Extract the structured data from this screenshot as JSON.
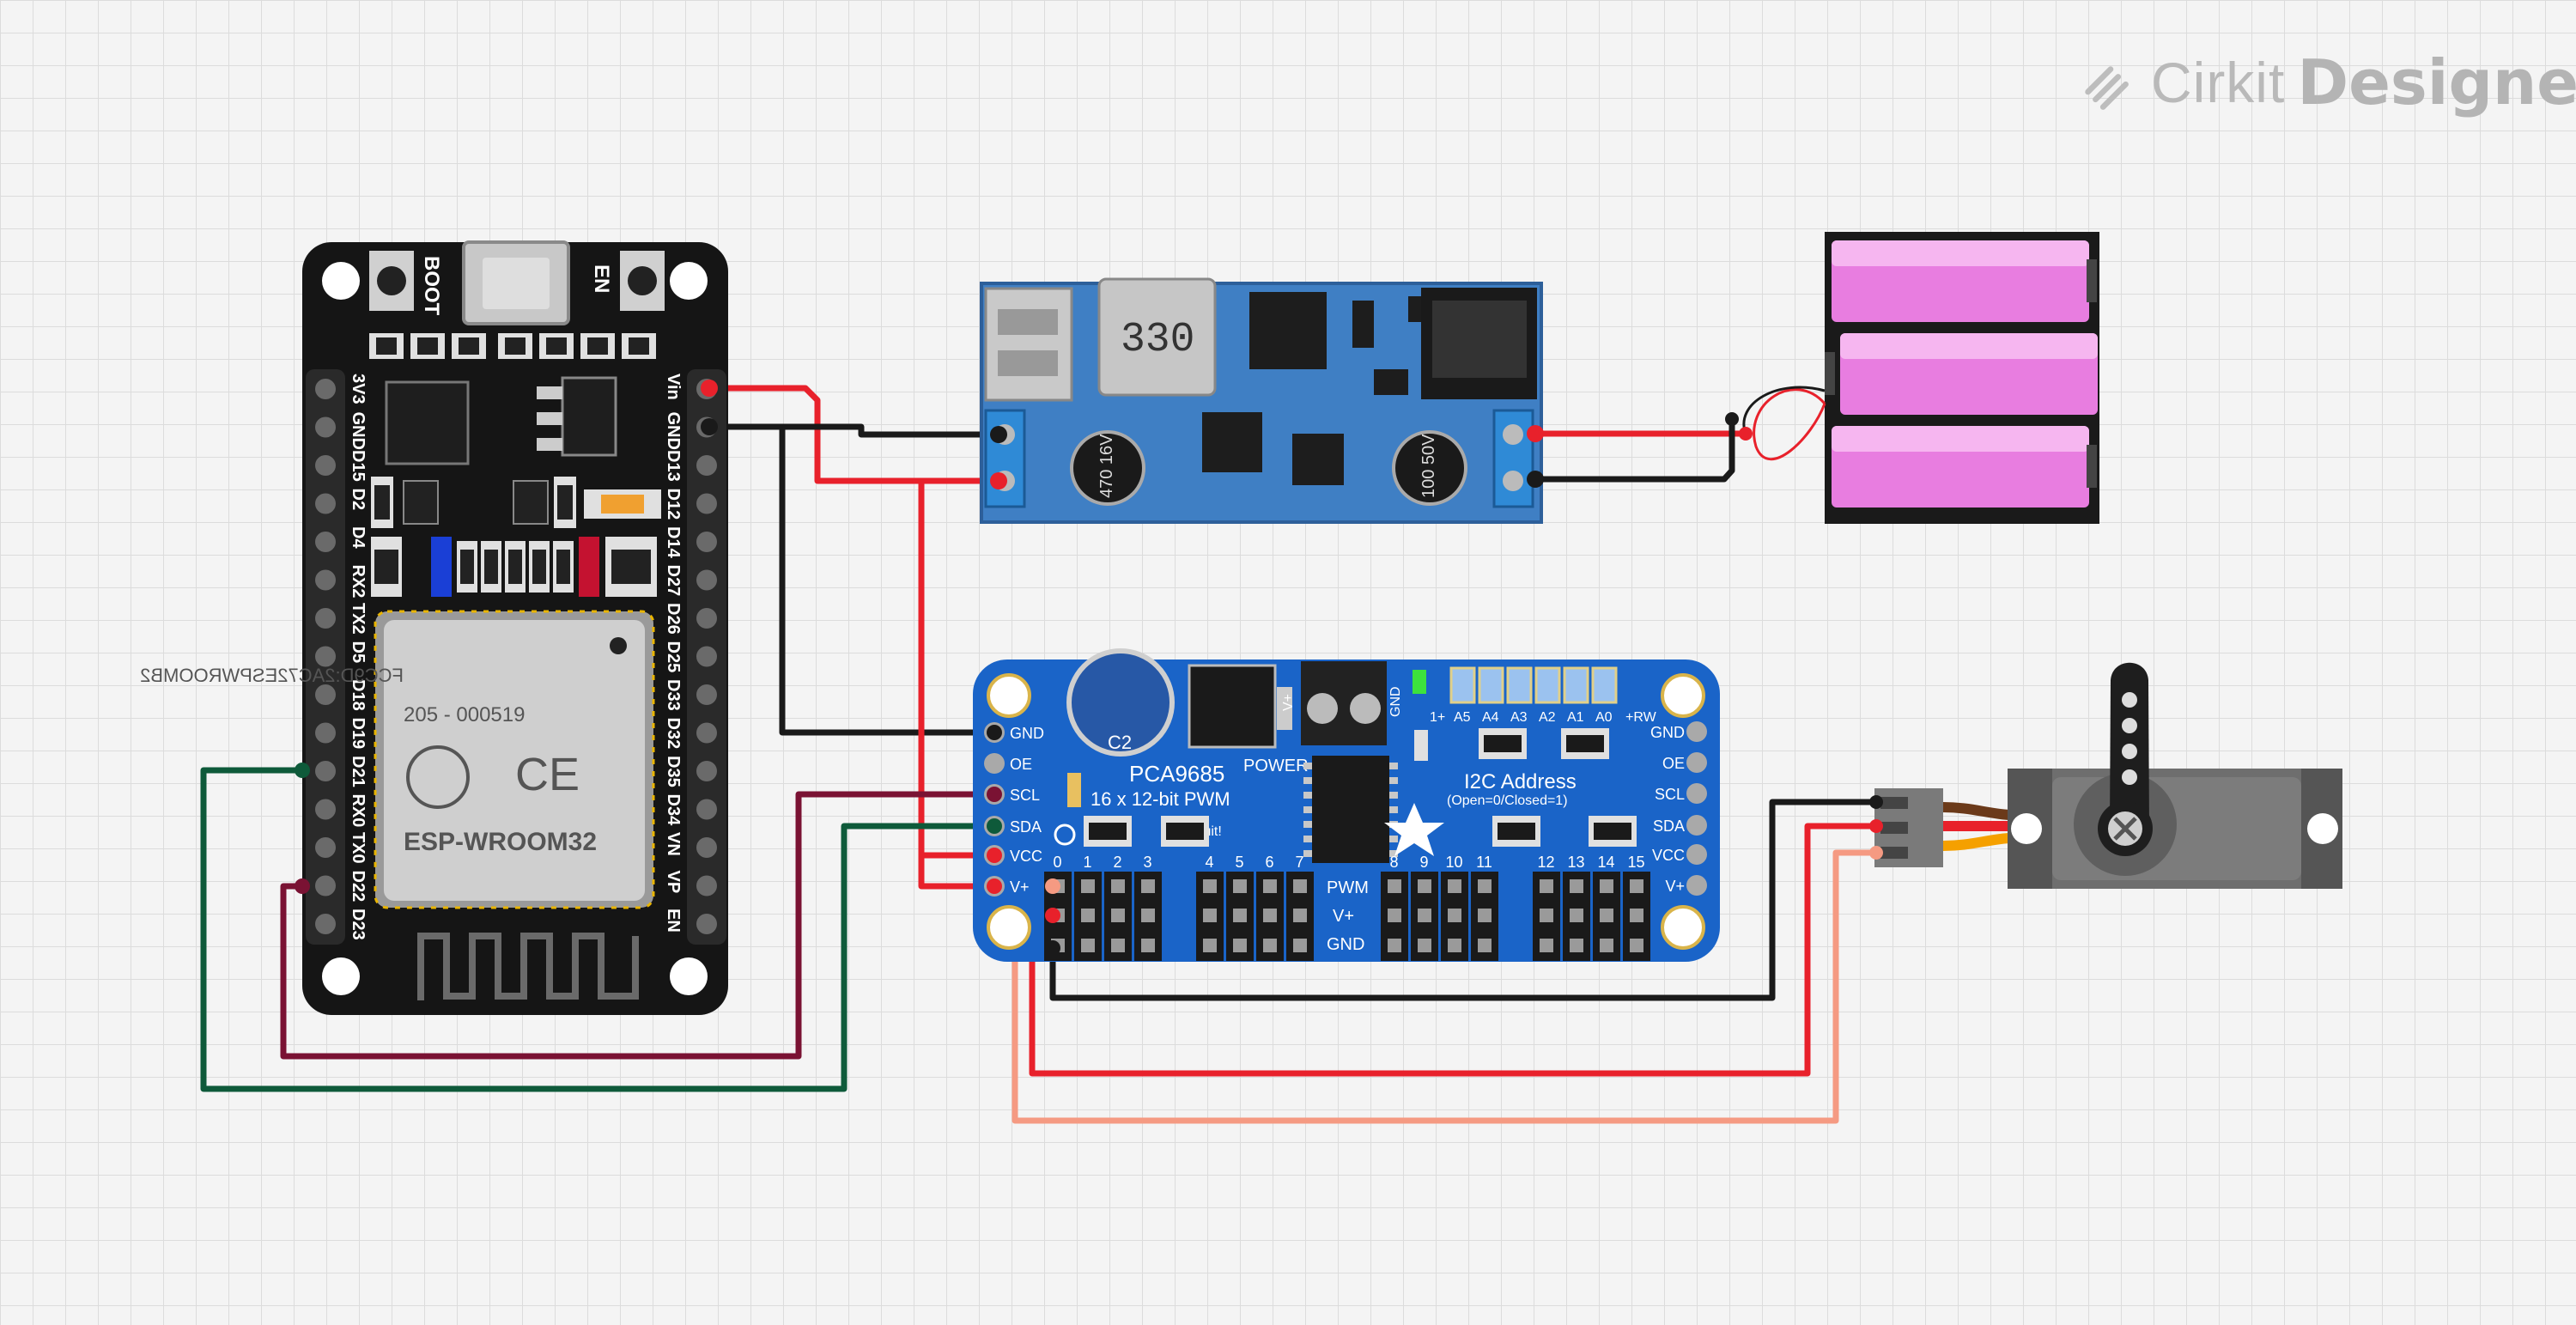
{
  "watermark": {
    "brand": "Cirkit",
    "product": "Designer"
  },
  "colors": {
    "wire_red": "#e8212b",
    "wire_black": "#1a1a1a",
    "wire_green": "#0e5a3a",
    "wire_maroon": "#7a1233",
    "wire_salmon": "#f59a82",
    "pca_blue": "#1a64c8",
    "esp_black": "#151515",
    "buck_blue": "#3f7fc4",
    "battery_pink": "#e87de0"
  },
  "esp32": {
    "buttons": {
      "boot": "BOOT",
      "en": "EN"
    },
    "left_pins": [
      "3V3",
      "GND",
      "D15",
      "D2",
      "D4",
      "RX2",
      "TX2",
      "D5",
      "D18",
      "D19",
      "D21",
      "RX0",
      "TX0",
      "D22",
      "D23"
    ],
    "right_pins": [
      "Vin",
      "GND",
      "D13",
      "D12",
      "D14",
      "D27",
      "D26",
      "D25",
      "D33",
      "D32",
      "D35",
      "D34",
      "VN",
      "VP",
      "EN"
    ],
    "module": {
      "fcc": "FCC9D:2AC72ESPWROOMB2",
      "cert": "205 - 000519",
      "model": "ESP-WROOM32"
    }
  },
  "buck": {
    "inductor": "330",
    "cap_left": "470 16V",
    "cap_right": "100 50V"
  },
  "pca9685": {
    "title": "PCA9685",
    "subtitle": "16 x 12-bit PWM",
    "brand": "adafruit!",
    "power_label": "POWER",
    "vplus_label": "V+",
    "gnd_label": "GND",
    "cap_label": "C2",
    "address_title": "I2C Address",
    "address_note": "(Open=0/Closed=1)",
    "address_pads": [
      "A5",
      "A4",
      "A3",
      "A2",
      "A1",
      "A0"
    ],
    "address_prefix": "1+",
    "address_suffix": "+RW",
    "left_pins": [
      "GND",
      "OE",
      "SCL",
      "SDA",
      "VCC",
      "V+"
    ],
    "right_pins": [
      "GND",
      "OE",
      "SCL",
      "SDA",
      "VCC",
      "V+"
    ],
    "channels": [
      "0",
      "1",
      "2",
      "3",
      "4",
      "5",
      "6",
      "7",
      "8",
      "9",
      "10",
      "11",
      "12",
      "13",
      "14",
      "15"
    ],
    "row_labels": [
      "PWM",
      "V+",
      "GND"
    ]
  }
}
